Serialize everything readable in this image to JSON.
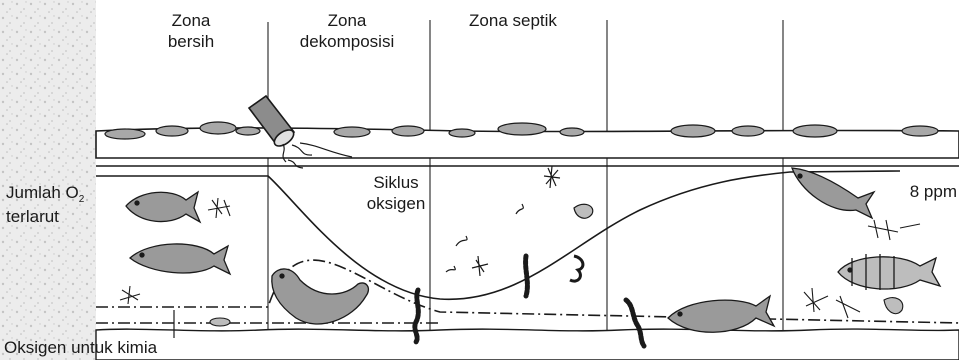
{
  "zones": [
    {
      "line1": "Zona",
      "line2": "bersih"
    },
    {
      "line1": "Zona",
      "line2": "dekomposisi"
    },
    {
      "line1": "Zona septik",
      "line2": ""
    }
  ],
  "labels": {
    "oxygen_cycle_line1": "Siklus",
    "oxygen_cycle_line2": "oksigen",
    "dissolved_o2_prefix": "Jumlah O",
    "dissolved_o2_subscript": "2",
    "dissolved_o2_line2": "terlarut",
    "ppm": "8 ppm",
    "chemical_oxygen": "Oksigen untuk kimia"
  },
  "colors": {
    "ink": "#1a1a1a",
    "fish_fill": "#9a9a9a",
    "rock_fill": "#a8a8a8",
    "border_texture": "#d0d0d0"
  }
}
